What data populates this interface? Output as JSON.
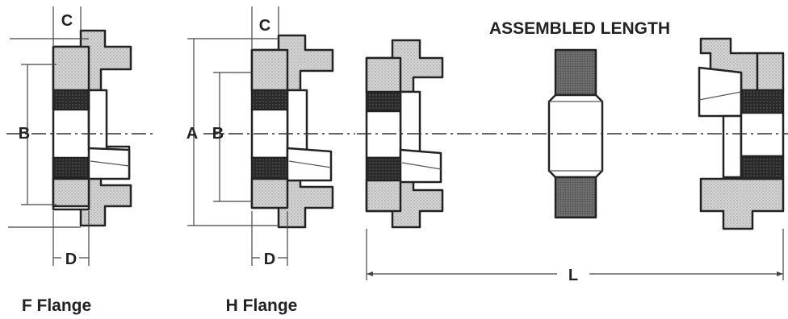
{
  "labels": {
    "assembled_length": "ASSEMBLED LENGTH",
    "f_flange": "F Flange",
    "h_flange": "H Flange",
    "dim_a": "A",
    "dim_b": "B",
    "dim_c": "C",
    "dim_d": "D",
    "dim_l": "L"
  },
  "colors": {
    "outline": "#222222",
    "stipple": "#cfcfcf",
    "elastomer": "#2a2a2a",
    "spacer_core": "#7a7a7a"
  }
}
